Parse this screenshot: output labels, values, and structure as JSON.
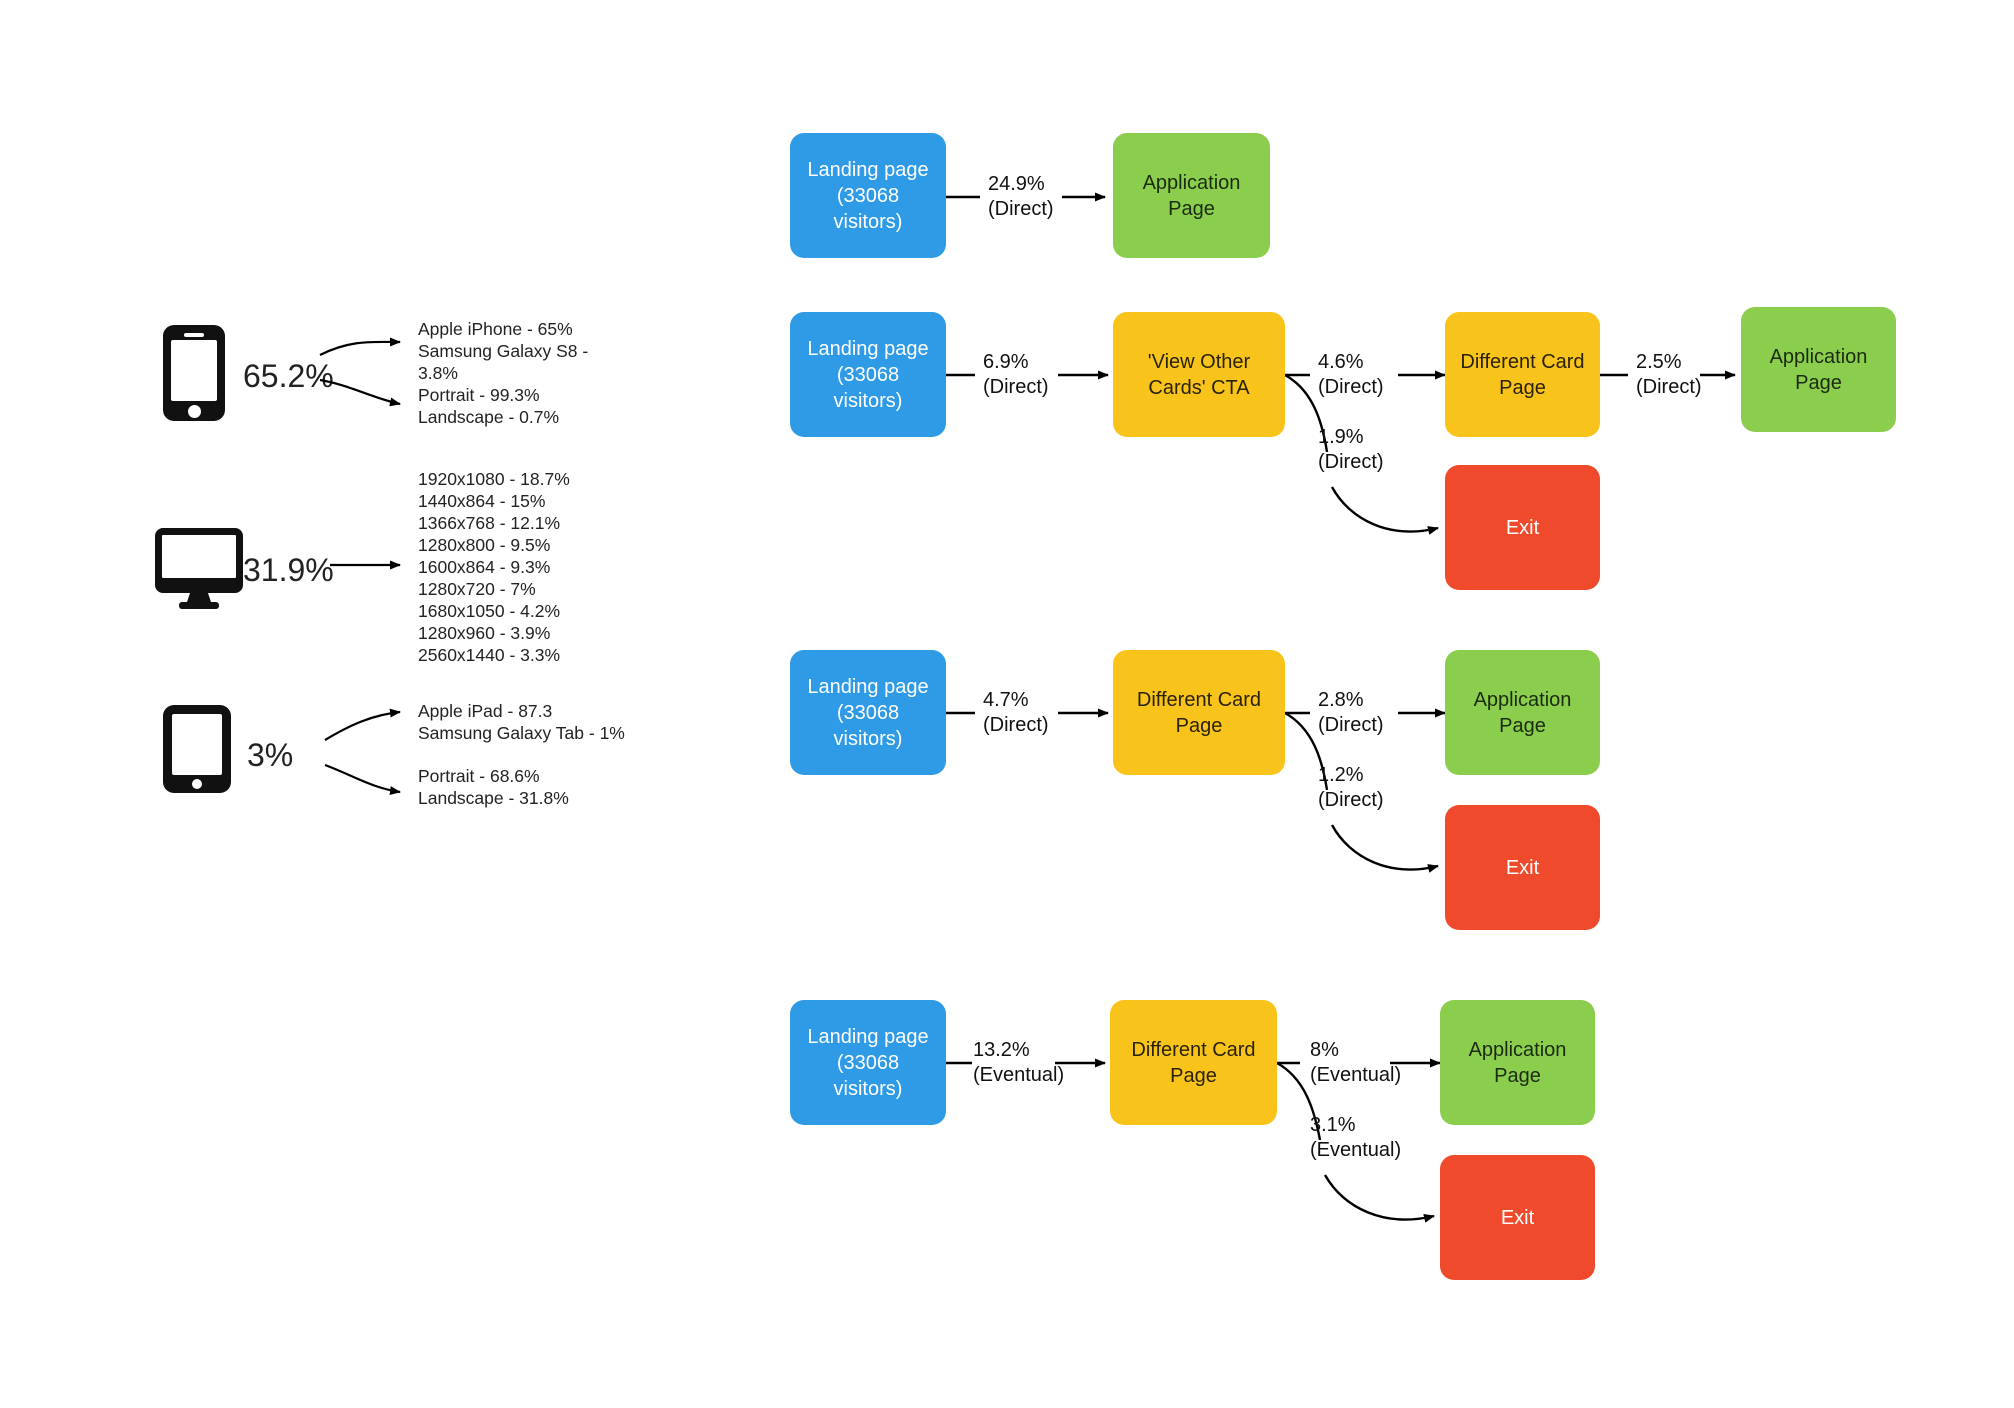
{
  "devices": [
    {
      "icon": "mobile-phone-icon",
      "percent": "65.2%",
      "groups": [
        [
          "Apple iPhone - 65%",
          "Samsung Galaxy S8 -",
          "3.8%"
        ],
        [
          "Portrait - 99.3%",
          "Landscape -  0.7%"
        ]
      ]
    },
    {
      "icon": "desktop-monitor-icon",
      "percent": "31.9%",
      "groups": [
        [
          "1920x1080 - 18.7%",
          "1440x864 - 15%",
          "1366x768 - 12.1%",
          "1280x800 - 9.5%",
          "1600x864 - 9.3%",
          "1280x720 - 7%",
          "1680x1050 - 4.2%",
          "1280x960 - 3.9%",
          "2560x1440 - 3.3%"
        ]
      ]
    },
    {
      "icon": "tablet-icon",
      "percent": "3%",
      "groups": [
        [
          "Apple iPad - 87.3",
          "Samsung Galaxy Tab -  1%"
        ],
        [
          "Portrait - 68.6%",
          "Landscape -  31.8%"
        ]
      ]
    }
  ],
  "flows": [
    {
      "id": "flow-row-1",
      "nodes": [
        {
          "id": "landing-1",
          "type": "blue",
          "lines": [
            "Landing page",
            "(33068 visitors)"
          ]
        },
        {
          "id": "application-1",
          "type": "green",
          "lines": [
            "Application Page"
          ]
        }
      ],
      "edges": [
        {
          "id": "edge-1-1",
          "percent": "24.9%",
          "attribution": "(Direct)"
        }
      ]
    },
    {
      "id": "flow-row-2",
      "nodes": [
        {
          "id": "landing-2",
          "type": "blue",
          "lines": [
            "Landing page",
            "(33068 visitors)"
          ]
        },
        {
          "id": "cta-2",
          "type": "yellow",
          "lines": [
            "'View Other",
            "Cards' CTA"
          ]
        },
        {
          "id": "card-2",
          "type": "yellow",
          "lines": [
            "Different Card",
            "Page"
          ]
        },
        {
          "id": "application-2",
          "type": "green",
          "lines": [
            "Application Page"
          ]
        },
        {
          "id": "exit-2",
          "type": "red",
          "lines": [
            "Exit"
          ]
        }
      ],
      "edges": [
        {
          "id": "edge-2-1",
          "percent": "6.9%",
          "attribution": "(Direct)"
        },
        {
          "id": "edge-2-2",
          "percent": "4.6%",
          "attribution": "(Direct)"
        },
        {
          "id": "edge-2-3",
          "percent": "1.9%",
          "attribution": "(Direct)"
        },
        {
          "id": "edge-2-4",
          "percent": "2.5%",
          "attribution": "(Direct)"
        }
      ]
    },
    {
      "id": "flow-row-3",
      "nodes": [
        {
          "id": "landing-3",
          "type": "blue",
          "lines": [
            "Landing page",
            "(33068 visitors)"
          ]
        },
        {
          "id": "card-3",
          "type": "yellow",
          "lines": [
            "Different Card",
            "Page"
          ]
        },
        {
          "id": "application-3",
          "type": "green",
          "lines": [
            "Application Page"
          ]
        },
        {
          "id": "exit-3",
          "type": "red",
          "lines": [
            "Exit"
          ]
        }
      ],
      "edges": [
        {
          "id": "edge-3-1",
          "percent": "4.7%",
          "attribution": "(Direct)"
        },
        {
          "id": "edge-3-2",
          "percent": "2.8%",
          "attribution": "(Direct)"
        },
        {
          "id": "edge-3-3",
          "percent": "1.2%",
          "attribution": "(Direct)"
        }
      ]
    },
    {
      "id": "flow-row-4",
      "nodes": [
        {
          "id": "landing-4",
          "type": "blue",
          "lines": [
            "Landing page",
            "(33068 visitors)"
          ]
        },
        {
          "id": "card-4",
          "type": "yellow",
          "lines": [
            "Different Card",
            "Page"
          ]
        },
        {
          "id": "application-4",
          "type": "green",
          "lines": [
            "Application Page"
          ]
        },
        {
          "id": "exit-4",
          "type": "red",
          "lines": [
            "Exit"
          ]
        }
      ],
      "edges": [
        {
          "id": "edge-4-1",
          "percent": "13.2%",
          "attribution": "(Eventual)"
        },
        {
          "id": "edge-4-2",
          "percent": "8%",
          "attribution": "(Eventual)"
        },
        {
          "id": "edge-4-3",
          "percent": "3.1%",
          "attribution": "(Eventual)"
        }
      ]
    }
  ],
  "colors": {
    "blue": "#2f9ae5",
    "green": "#8bcd4d",
    "yellow": "#f8c41b",
    "red": "#ef4a2c",
    "icon": "#111111",
    "background": "#ffffff"
  }
}
